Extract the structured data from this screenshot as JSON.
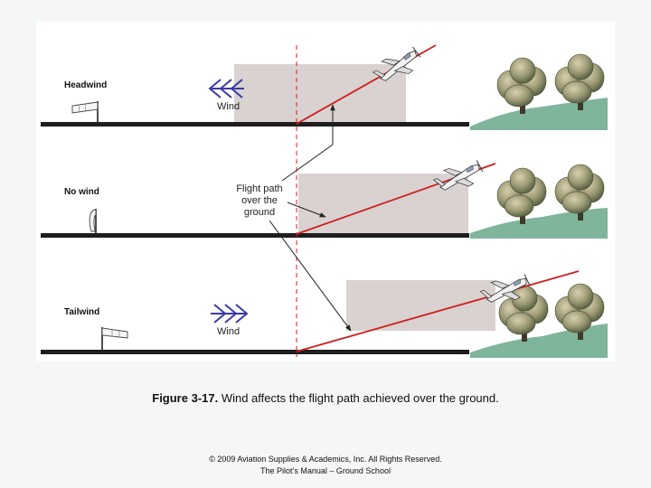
{
  "rows": [
    {
      "label": "Headwind",
      "wind_label": "Wind"
    },
    {
      "label": "No wind",
      "wind_label": ""
    },
    {
      "label": "Tailwind",
      "wind_label": "Wind"
    }
  ],
  "callout": {
    "line1": "Flight path",
    "line2": "over the",
    "line3": "ground"
  },
  "caption": {
    "figure": "Figure 3-17.",
    "text": " Wind affects the flight path achieved over the ground."
  },
  "footer": {
    "line1": "© 2009 Aviation Supplies & Academics, Inc. All Rights Reserved.",
    "line2": "The Pilot’s Manual – Ground School"
  },
  "colors": {
    "flight_path": "#cc1f1f",
    "ground_box": "#d9d2d0",
    "runway": "#1e1e1e",
    "terrain": "#7fb59b",
    "arrow": "#3a3aa8"
  }
}
